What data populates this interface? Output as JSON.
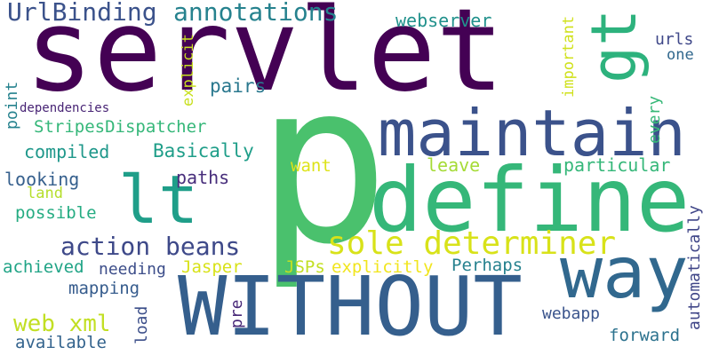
{
  "words": [
    {
      "text": "servlet",
      "color": "#440154"
    },
    {
      "text": "p",
      "color": "#4ac16d"
    },
    {
      "text": "WITHOUT",
      "color": "#355f8d"
    },
    {
      "text": "define",
      "color": "#35b779"
    },
    {
      "text": "maintain",
      "color": "#3b528b"
    },
    {
      "text": "way",
      "color": "#31688e"
    },
    {
      "text": "lt",
      "color": "#1f9e89"
    },
    {
      "text": "gt",
      "color": "#2db27d"
    },
    {
      "text": "sole determiner",
      "color": "#d8e219"
    },
    {
      "text": "action beans",
      "color": "#3e4989"
    },
    {
      "text": "UrlBinding",
      "color": "#3b528b"
    },
    {
      "text": "annotations",
      "color": "#26828e"
    },
    {
      "text": "webserver",
      "color": "#21918c"
    },
    {
      "text": "web xml",
      "color": "#c2df23"
    },
    {
      "text": "StripesDispatcher",
      "color": "#35b779"
    },
    {
      "text": "Basically",
      "color": "#1f9e89"
    },
    {
      "text": "compiled",
      "color": "#1f988b"
    },
    {
      "text": "paths",
      "color": "#472d7b"
    },
    {
      "text": "looking",
      "color": "#355f8d"
    },
    {
      "text": "land",
      "color": "#b5de2b"
    },
    {
      "text": "possible",
      "color": "#25ac82"
    },
    {
      "text": "want",
      "color": "#dde318"
    },
    {
      "text": "leave",
      "color": "#a5db36"
    },
    {
      "text": "particular",
      "color": "#35b779"
    },
    {
      "text": "pairs",
      "color": "#2a788e"
    },
    {
      "text": "urls",
      "color": "#3f4889"
    },
    {
      "text": "one",
      "color": "#30678d"
    },
    {
      "text": "explicit",
      "color": "#c8e020"
    },
    {
      "text": "important",
      "color": "#d0e11c"
    },
    {
      "text": "every",
      "color": "#37b878"
    },
    {
      "text": "dependencies",
      "color": "#482475"
    },
    {
      "text": "point",
      "color": "#26828e"
    },
    {
      "text": "automatically",
      "color": "#404688"
    },
    {
      "text": "Jasper",
      "color": "#d8e219"
    },
    {
      "text": "JSPs",
      "color": "#c2df23"
    },
    {
      "text": "explicitly",
      "color": "#f1e51d"
    },
    {
      "text": "Perhaps",
      "color": "#26818e"
    },
    {
      "text": "needing",
      "color": "#3d4e8a"
    },
    {
      "text": "mapping",
      "color": "#365c8d"
    },
    {
      "text": "achieved",
      "color": "#20a486"
    },
    {
      "text": "load",
      "color": "#3c4f8a"
    },
    {
      "text": "pre",
      "color": "#482878"
    },
    {
      "text": "webapp",
      "color": "#3a548c"
    },
    {
      "text": "forward",
      "color": "#2c728e"
    },
    {
      "text": "available",
      "color": "#33638d"
    }
  ]
}
